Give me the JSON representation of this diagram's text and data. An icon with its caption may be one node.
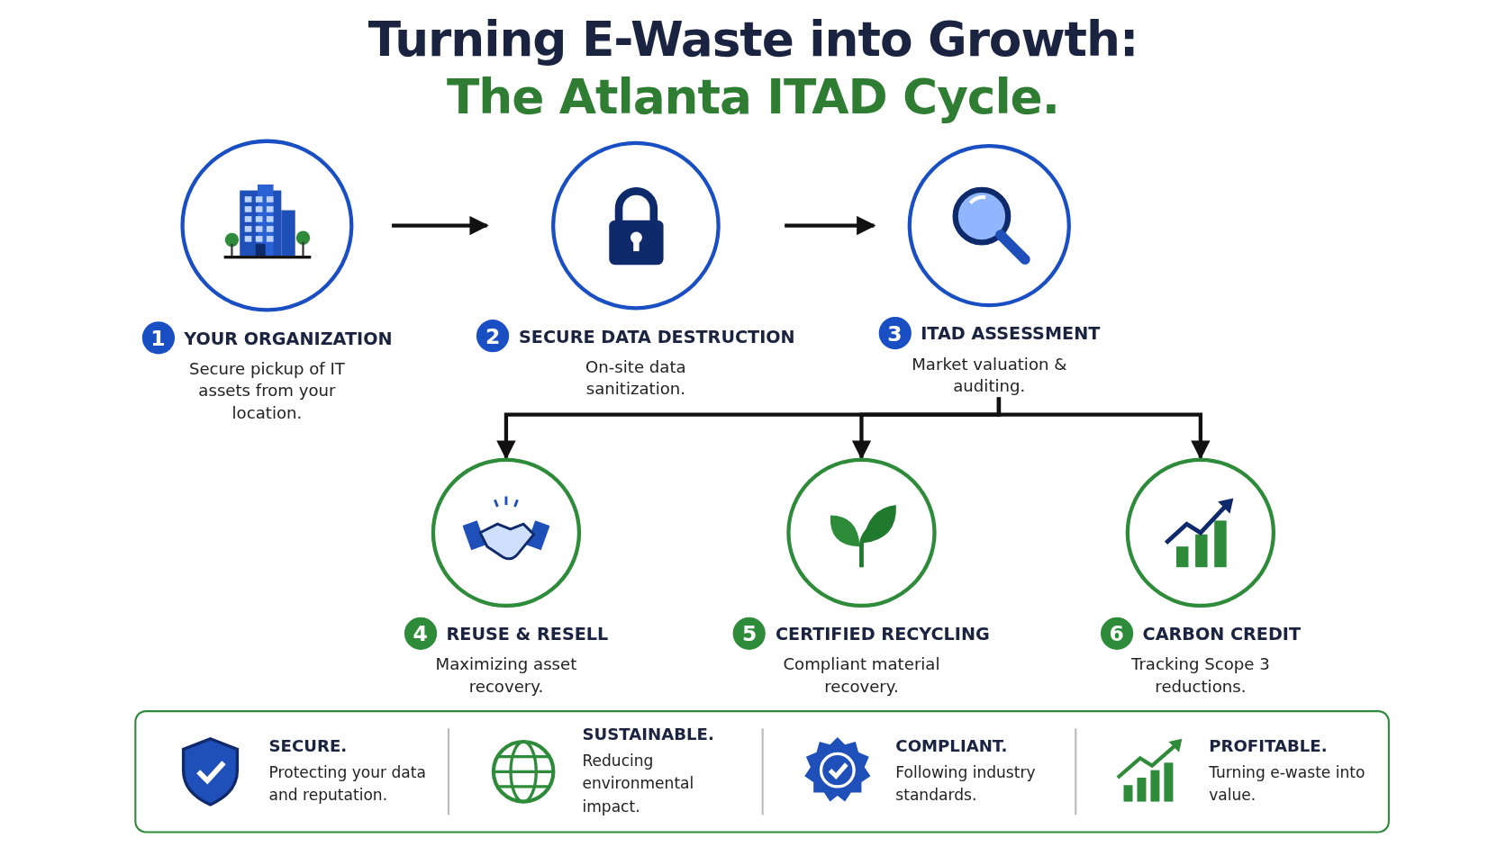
{
  "diagram": {
    "title": "Turning E-Waste into Growth:",
    "nodes": [
      {
        "text": [
          "1",
          "YOUR ORGANIZATION",
          "Secure pickup of IT assets from your location."
        ]
      },
      {
        "text": [
          "2",
          "SECURE DATA DESTRUCTION",
          "On-site data sanitization."
        ]
      },
      {
        "text": [
          "3",
          "ITAD ASSESSMENT",
          "Market valuation & auditing."
        ]
      },
      {
        "text": [
          "4",
          "REUSE & RESELL",
          "Maximizing asset recovery."
        ]
      },
      {
        "text": [
          "5",
          "CERTIFIED RECYCLING",
          "Compliant material recovery."
        ]
      },
      {
        "text": [
          "6",
          "CARBON CREDIT",
          "Tracking Scope 3 reductions."
        ]
      }
    ],
    "edges": [
      {
        "from": 0,
        "to": 1,
        "arrow": "to"
      },
      {
        "from": 1,
        "to": 2,
        "arrow": "to"
      },
      {
        "from": 2,
        "to": 3,
        "arrow": "to"
      },
      {
        "from": 2,
        "to": 4,
        "arrow": "to"
      },
      {
        "from": 2,
        "to": 5,
        "arrow": "to"
      }
    ],
    "labels": [
      "The Atlanta ITAD Cycle.",
      "SECURE.",
      "Protecting your data and reputation.",
      "SUSTAINABLE.",
      "Reducing environmental impact.",
      "COMPLIANT.",
      "Following industry standards.",
      "PROFITABLE.",
      "Turning e-waste into value."
    ]
  }
}
